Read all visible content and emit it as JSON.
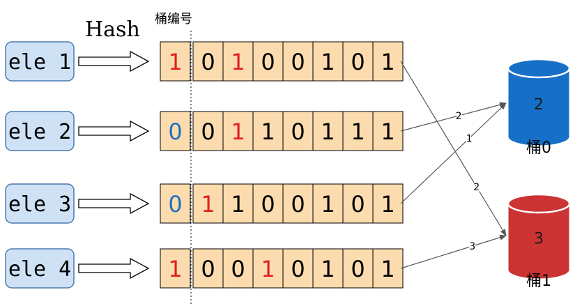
{
  "labels": {
    "hash": "Hash",
    "bucket_index_header": "桶编号"
  },
  "colors": {
    "ele_fill": "#cfe2f5",
    "ele_stroke": "#4a78b0",
    "bit_fill": "#fcdcae",
    "bit_stroke": "#000000",
    "red": "#e02020",
    "blue": "#1f6fc0",
    "black": "#000000",
    "bucket0": "#1670c8",
    "bucket1": "#cc3333"
  },
  "elements": [
    {
      "label": "ele 1",
      "bucket_bit": "1",
      "bucket_bit_color": "red",
      "bits": [
        "0",
        "1",
        "0",
        "0",
        "1",
        "0",
        "1"
      ],
      "bit_colors": [
        "black",
        "red",
        "black",
        "black",
        "black",
        "black",
        "black"
      ]
    },
    {
      "label": "ele 2",
      "bucket_bit": "0",
      "bucket_bit_color": "blue",
      "bits": [
        "0",
        "1",
        "1",
        "0",
        "1",
        "1",
        "1"
      ],
      "bit_colors": [
        "black",
        "red",
        "black",
        "black",
        "black",
        "black",
        "black"
      ]
    },
    {
      "label": "ele 3",
      "bucket_bit": "0",
      "bucket_bit_color": "blue",
      "bits": [
        "1",
        "1",
        "0",
        "0",
        "1",
        "0",
        "1"
      ],
      "bit_colors": [
        "red",
        "black",
        "black",
        "black",
        "black",
        "black",
        "black"
      ]
    },
    {
      "label": "ele 4",
      "bucket_bit": "1",
      "bucket_bit_color": "red",
      "bits": [
        "0",
        "0",
        "1",
        "0",
        "1",
        "0",
        "1"
      ],
      "bit_colors": [
        "black",
        "black",
        "red",
        "black",
        "black",
        "black",
        "black"
      ]
    }
  ],
  "buckets": [
    {
      "value": "2",
      "label": "桶0"
    },
    {
      "value": "3",
      "label": "桶1"
    }
  ],
  "connections": [
    {
      "from_row": 0,
      "to_bucket": 1,
      "label": "2"
    },
    {
      "from_row": 1,
      "to_bucket": 0,
      "label": "2"
    },
    {
      "from_row": 2,
      "to_bucket": 0,
      "label": "1"
    },
    {
      "from_row": 3,
      "to_bucket": 1,
      "label": "3"
    }
  ]
}
